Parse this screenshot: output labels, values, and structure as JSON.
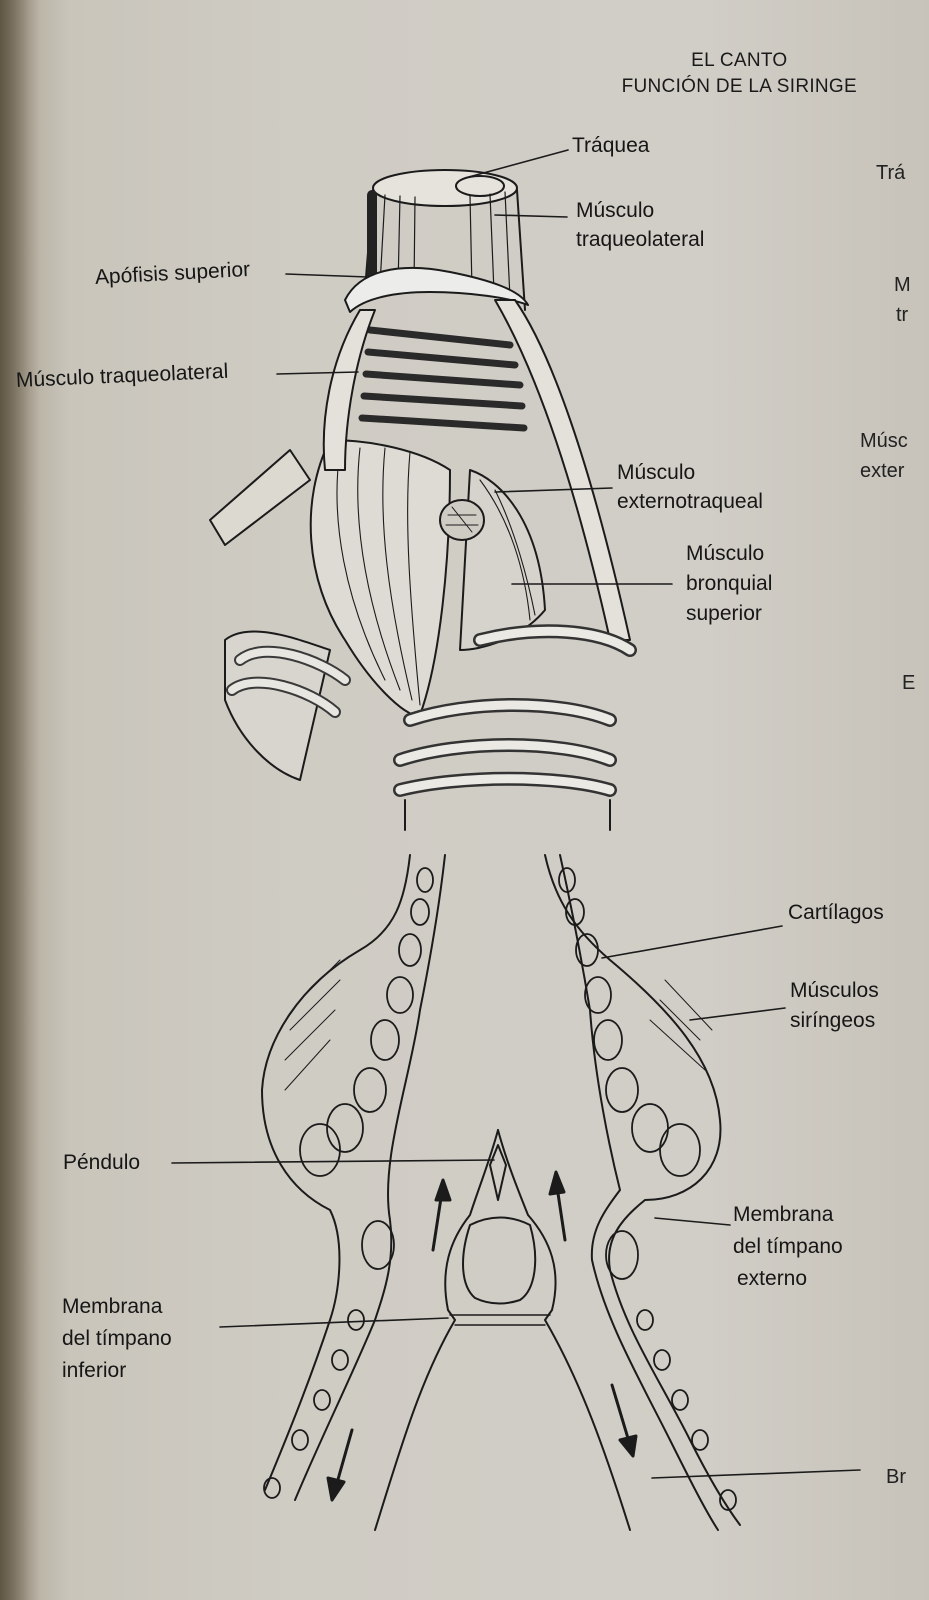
{
  "header": {
    "line1": "EL CANTO",
    "line2": "FUNCIÓN DE LA SIRINGE"
  },
  "labels": {
    "traquea": "Tráquea",
    "musculo_traqueolateral_right_1": "Músculo",
    "musculo_traqueolateral_right_2": "traqueolateral",
    "apofisis_superior": "Apófisis superior",
    "musculo_traqueolateral_left": "Músculo traqueolateral",
    "externotraqueal_1": "Músculo",
    "externotraqueal_2": "externotraqueal",
    "bronquial_1": "Músculo",
    "bronquial_2": "bronquial",
    "bronquial_3": "superior",
    "cartilagos": "Cartílagos",
    "siringeos_1": "Músculos",
    "siringeos_2": "siríngeos",
    "pendulo": "Péndulo",
    "timpano_externo_1": "Membrana",
    "timpano_externo_2": "del tímpano",
    "timpano_externo_3": "externo",
    "timpano_inferior_1": "Membrana",
    "timpano_inferior_2": "del tímpano",
    "timpano_inferior_3": "inferior"
  },
  "facing_page_fragments": {
    "f1": "Trá",
    "f2": "M",
    "f3": "tr",
    "f4": "Músc",
    "f5": "exter",
    "f6": "E",
    "f7": "Br"
  }
}
